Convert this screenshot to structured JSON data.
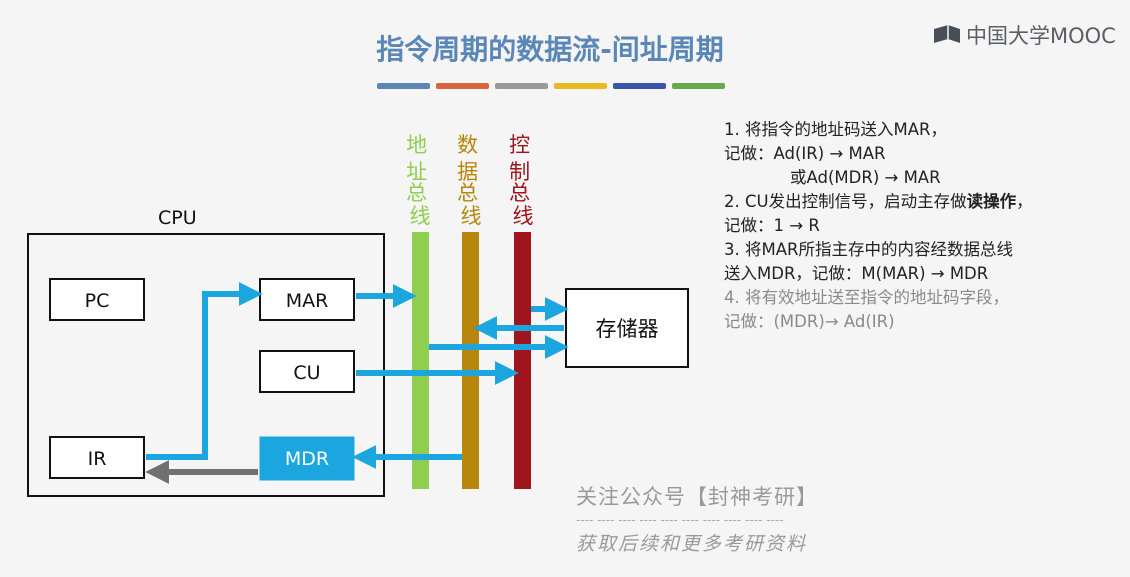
{
  "title": "指令周期的数据流-间址周期",
  "logo": {
    "text": "中国大学MOOC"
  },
  "color_strip": [
    "#5b87b8",
    "#d8663b",
    "#9a9a9a",
    "#e8b920",
    "#3a55a8",
    "#6aa84f"
  ],
  "diagram": {
    "cpu_label": "CPU",
    "boxes": {
      "pc": "PC",
      "mar": "MAR",
      "cu": "CU",
      "ir": "IR",
      "mdr": "MDR",
      "memory": "存储器"
    },
    "buses": {
      "address": {
        "label": "地址总线",
        "color": "#8fce4f"
      },
      "data": {
        "label": "数据总线",
        "color": "#b8860b"
      },
      "control": {
        "label": "控制总线",
        "color": "#a0141e"
      }
    },
    "colors": {
      "arrow": "#1ba6e0",
      "return_arrow": "#707070",
      "mdr_fill": "#1ba6e0"
    }
  },
  "steps": {
    "s1_l1": "1. 将指令的地址码送入MAR，",
    "s1_l2": "记做：Ad(IR) → MAR",
    "s1_l3": "或Ad(MDR) → MAR",
    "s2_l1a": "2. CU发出控制信号，启动主存做",
    "s2_l1b": "读操作",
    "s2_l1c": "，",
    "s2_l2": "记做：1 → R",
    "s3_l1": "3. 将MAR所指主存中的内容经数据总线",
    "s3_l2": "送入MDR，记做：M(MAR) → MDR",
    "s4_l1": "4. 将有效地址送至指令的地址码字段，",
    "s4_l2": "记做：(MDR)→ Ad(IR)"
  },
  "watermark": {
    "title": "关注公众号【封神考研】",
    "dashes": "---- ---- ---- ---- ---- ---- ---- ---- ---- ----",
    "subtitle": "获取后续和更多考研资料"
  }
}
